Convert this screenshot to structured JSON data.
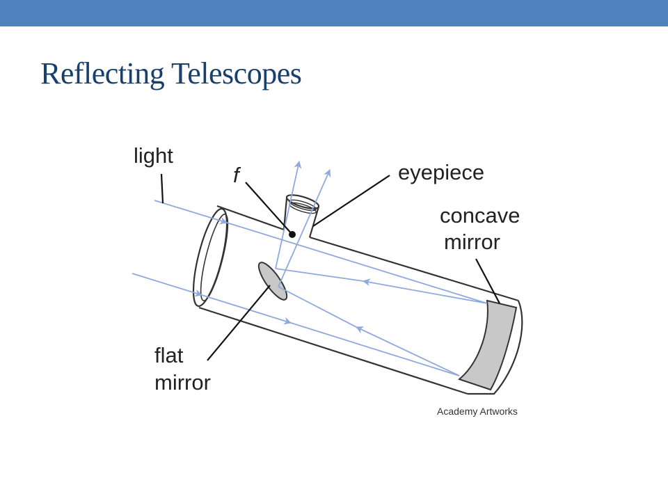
{
  "slide": {
    "title": "Reflecting Telescopes"
  },
  "diagram": {
    "labels": {
      "light": "light",
      "focus": "f",
      "eyepiece": "eyepiece",
      "concave_line1": "concave",
      "concave_line2": "mirror",
      "flat_line1": "flat",
      "flat_line2": "mirror"
    },
    "credit": "Academy Artworks"
  },
  "colors": {
    "top_bar": "#4f81bd",
    "title": "#17406d",
    "light_rays": "#8ea9dc",
    "mirror_fill": "#c8c8c8"
  }
}
